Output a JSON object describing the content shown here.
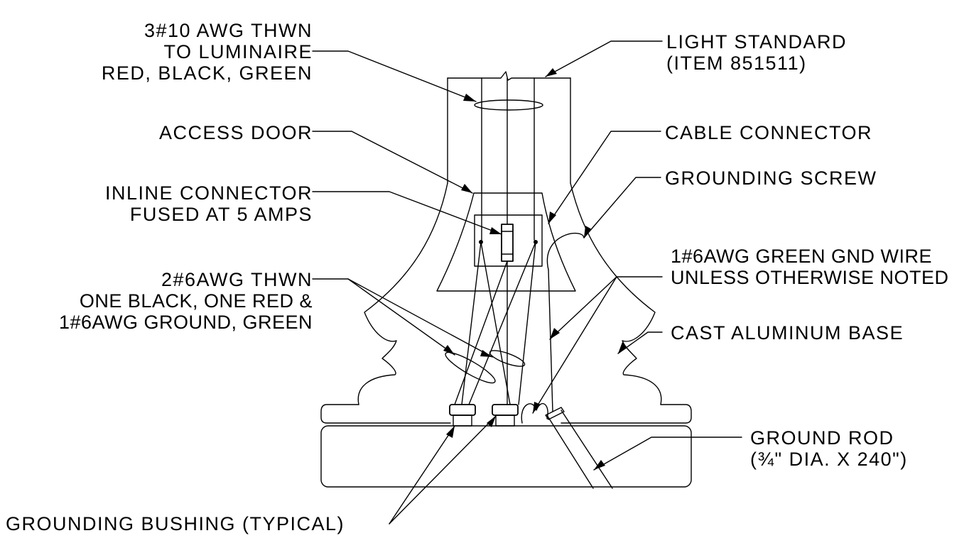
{
  "labels": {
    "wire_to_luminaire": [
      "3#10 AWG THWN",
      "TO LUMINAIRE",
      "RED, BLACK, GREEN"
    ],
    "light_standard": [
      "LIGHT STANDARD",
      "(ITEM 851511)"
    ],
    "access_door": "ACCESS DOOR",
    "cable_connector": "CABLE CONNECTOR",
    "grounding_screw": "GROUNDING SCREW",
    "inline_connector": [
      "INLINE CONNECTOR",
      "FUSED AT 5 AMPS"
    ],
    "gnd_wire": [
      "1#6AWG GREEN GND WIRE",
      "UNLESS OTHERWISE NOTED"
    ],
    "thwn_wires": [
      "2#6AWG THWN",
      "ONE BLACK, ONE RED &",
      "1#6AWG GROUND, GREEN"
    ],
    "cast_base": "CAST ALUMINUM BASE",
    "ground_rod": [
      "GROUND ROD",
      "(¾\" DIA. X 240\")"
    ],
    "grounding_bushing": "GROUNDING BUSHING (TYPICAL)"
  },
  "colors": {
    "ink": "#000000",
    "background": "#ffffff"
  }
}
